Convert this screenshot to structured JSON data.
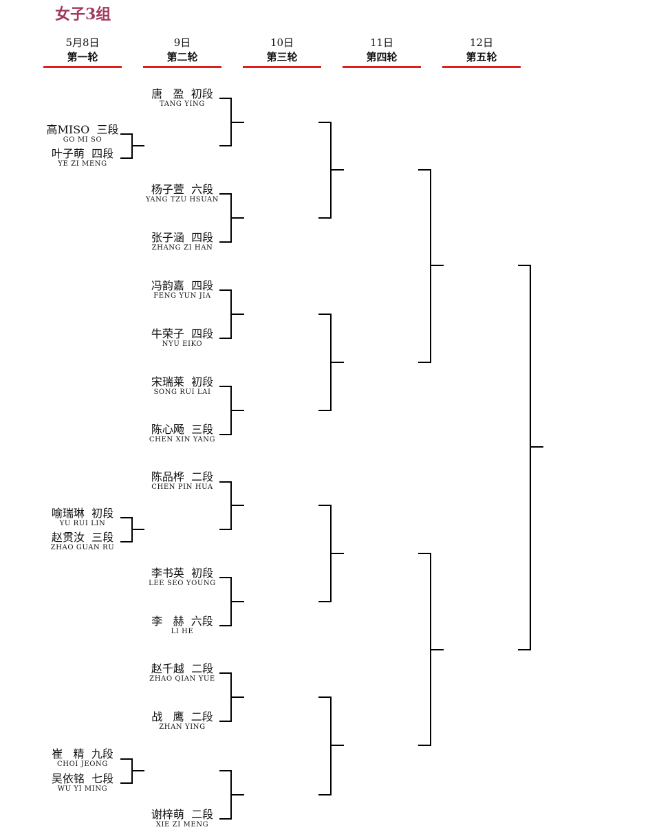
{
  "title": "女子3组",
  "colors": {
    "title": "#a2385e",
    "round_bar": "#dd1f1f",
    "text": "#111111"
  },
  "rounds": [
    {
      "date": "5月8日",
      "name": "第一轮"
    },
    {
      "date": "9日",
      "name": "第二轮"
    },
    {
      "date": "10日",
      "name": "第三轮"
    },
    {
      "date": "11日",
      "name": "第四轮"
    },
    {
      "date": "12日",
      "name": "第五轮"
    }
  ],
  "round1_players": [
    {
      "cn": "高MISO  三段",
      "en": "GO MI SO"
    },
    {
      "cn": "叶子萌  四段",
      "en": "YE ZI MENG"
    },
    {
      "cn": "喻瑞琳  初段",
      "en": "YU RUI LIN"
    },
    {
      "cn": "赵贯汝  三段",
      "en": "ZHAO GUAN RU"
    },
    {
      "cn": "崔   精  九段",
      "en": "CHOI JEONG"
    },
    {
      "cn": "吴依铭  七段",
      "en": "WU YI MING"
    }
  ],
  "round2_players": [
    {
      "cn": "唐   盈  初段",
      "en": "TANG YING"
    },
    {
      "cn": "杨子萱  六段",
      "en": "YANG TZU HSUAN"
    },
    {
      "cn": "张子涵  四段",
      "en": "ZHANG ZI HAN"
    },
    {
      "cn": "冯韵嘉  四段",
      "en": "FENG YUN JIA"
    },
    {
      "cn": "牛荣子  四段",
      "en": "NYU EIKO"
    },
    {
      "cn": "宋瑞莱  初段",
      "en": "SONG RUI LAI"
    },
    {
      "cn": "陈心飏  三段",
      "en": "CHEN XIN YANG"
    },
    {
      "cn": "陈品桦  二段",
      "en": "CHEN PIN HUA"
    },
    {
      "cn": "李书英  初段",
      "en": "LEE SEO YOUNG"
    },
    {
      "cn": "李   赫  六段",
      "en": "LI HE"
    },
    {
      "cn": "赵千越  二段",
      "en": "ZHAO QIAN YUE"
    },
    {
      "cn": "战   鹰  二段",
      "en": "ZHAN YING"
    },
    {
      "cn": "谢梓萌  二段",
      "en": "XIE ZI MENG"
    }
  ]
}
